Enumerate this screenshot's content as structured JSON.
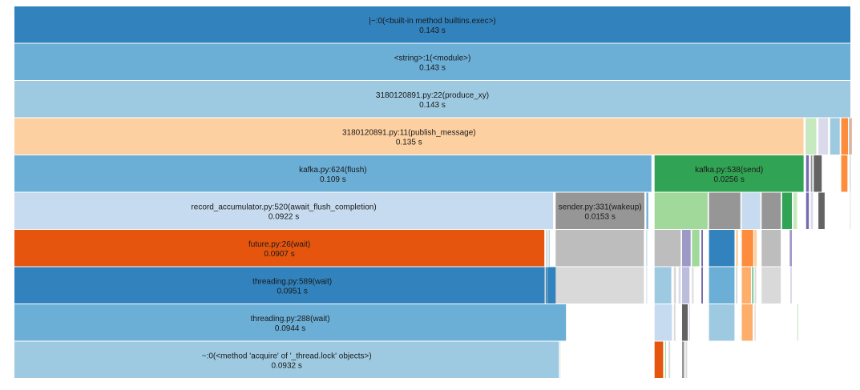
{
  "chart_data": {
    "type": "icicle",
    "title": "",
    "unit": "s",
    "total": 0.143,
    "layers": [
      [
        {
          "name": "~:0(<built-in method builtins.exec>)",
          "label": "|~:0(<built-in method builtins.exec>)",
          "value": 0.143,
          "start": 0,
          "color": "#3182bd"
        }
      ],
      [
        {
          "name": "<string>:1(<module>)",
          "value": 0.143,
          "start": 0,
          "color": "#6baed6"
        }
      ],
      [
        {
          "name": "3180120891.py:22(produce_xy)",
          "value": 0.143,
          "start": 0,
          "color": "#9ecae1"
        }
      ],
      [
        {
          "name": "3180120891.py:11(publish_message)",
          "value": 0.135,
          "start": 0,
          "color": "#fdd0a2"
        },
        {
          "value": 0.00198,
          "start": 0.1352,
          "color": "#c7e9c0"
        },
        {
          "value": 0.00178,
          "start": 0.1374,
          "color": "#dadaeb"
        },
        {
          "value": 0.00178,
          "start": 0.1394,
          "color": "#9ecae1"
        },
        {
          "value": 0.0013,
          "start": 0.1413,
          "color": "#fd8d3c"
        },
        {
          "value": 0.00024,
          "start": 0.1427,
          "color": "#636363"
        },
        {
          "value": 0.00024,
          "start": 0.14295,
          "color": "#e6550d"
        }
      ],
      [
        {
          "name": "kafka.py:624(flush)",
          "value": 0.109,
          "start": 0,
          "color": "#6baed6"
        },
        {
          "name": "kafka.py:538(send)",
          "value": 0.0256,
          "start": 0.1094,
          "color": "#31a354"
        },
        {
          "value": 0.0006,
          "start": 0.1353,
          "color": "#756bb1"
        },
        {
          "value": 0.0004,
          "start": 0.1361,
          "color": "#969696"
        },
        {
          "value": 0.0015,
          "start": 0.1366,
          "color": "#636363"
        },
        {
          "value": 0.0012,
          "start": 0.1413,
          "color": "#fd8d3c"
        },
        {
          "value": 0.0002,
          "start": 0.1428,
          "color": "#bdbdbd"
        }
      ],
      [
        {
          "name": "record_accumulator.py:520(await_flush_completion)",
          "value": 0.0922,
          "start": 0,
          "color": "#c6dbef"
        },
        {
          "name": "sender.py:331(wakeup)",
          "value": 0.0153,
          "start": 0.0925,
          "color": "#969696"
        },
        {
          "value": 0.00045,
          "start": 0.108,
          "color": "#6baed6"
        },
        {
          "value": 0.0092,
          "start": 0.1094,
          "color": "#a1d99b"
        },
        {
          "value": 0.0055,
          "start": 0.1187,
          "color": "#969696"
        },
        {
          "value": 0.0033,
          "start": 0.1243,
          "color": "#c6dbef"
        },
        {
          "value": 0.0034,
          "start": 0.1277,
          "color": "#969696"
        },
        {
          "value": 0.0018,
          "start": 0.1312,
          "color": "#31a354"
        },
        {
          "value": 0.0008,
          "start": 0.1331,
          "color": "#c7e9c0"
        },
        {
          "value": 0.0006,
          "start": 0.1353,
          "color": "#756bb1"
        },
        {
          "value": 0.0005,
          "start": 0.1361,
          "color": "#dadaeb"
        },
        {
          "value": 0.0012,
          "start": 0.1374,
          "color": "#636363"
        },
        {
          "value": 0.0002,
          "start": 0.1428,
          "color": "#d9d9d9"
        }
      ],
      [
        {
          "name": "future.py:26(wait)",
          "value": 0.0907,
          "start": 0,
          "color": "#e6550d"
        },
        {
          "value": 0.0003,
          "start": 0.0909,
          "color": "#bdbdbd"
        },
        {
          "value": 0.0003,
          "start": 0.0913,
          "color": "#9ecae1"
        },
        {
          "value": 0.0152,
          "start": 0.0925,
          "color": "#bdbdbd"
        },
        {
          "value": 0.00025,
          "start": 0.108,
          "color": "#9ecae1"
        },
        {
          "value": 0.0046,
          "start": 0.1094,
          "color": "#bdbdbd"
        },
        {
          "value": 0.0016,
          "start": 0.1141,
          "color": "#9e9ac8"
        },
        {
          "value": 0.0014,
          "start": 0.1158,
          "color": "#a1d99b"
        },
        {
          "value": 0.0004,
          "start": 0.1174,
          "color": "#756bb1"
        },
        {
          "value": 0.0045,
          "start": 0.1187,
          "color": "#3182bd"
        },
        {
          "value": 0.0005,
          "start": 0.1233,
          "color": "#fdd0a2"
        },
        {
          "value": 0.0021,
          "start": 0.1243,
          "color": "#fd8d3c"
        },
        {
          "value": 0.0006,
          "start": 0.1264,
          "color": "#fdd0a2"
        },
        {
          "value": 0.0034,
          "start": 0.1277,
          "color": "#bdbdbd"
        },
        {
          "value": 0.0005,
          "start": 0.1325,
          "color": "#9e9ac8"
        }
      ],
      [
        {
          "name": "threading.py:589(wait)",
          "value": 0.0951,
          "start": 0,
          "color": "#3182bd"
        },
        {
          "value": 0.00035,
          "start": 0.0906,
          "color": "#d9d9d9"
        },
        {
          "value": 0.0002,
          "start": 0.091,
          "color": "#9ecae1"
        },
        {
          "value": 0.0152,
          "start": 0.0925,
          "color": "#d9d9d9"
        },
        {
          "value": 0.00025,
          "start": 0.108,
          "color": "#c6dbef"
        },
        {
          "value": 0.003,
          "start": 0.1094,
          "color": "#9ecae1"
        },
        {
          "value": 0.0005,
          "start": 0.1127,
          "color": "#d9d9d9"
        },
        {
          "value": 0.0005,
          "start": 0.1135,
          "color": "#dadaeb"
        },
        {
          "value": 0.0014,
          "start": 0.1141,
          "color": "#bcbddc"
        },
        {
          "value": 0.0004,
          "start": 0.1158,
          "color": "#d9d9d9"
        },
        {
          "value": 0.0004,
          "start": 0.1174,
          "color": "#756bb1"
        },
        {
          "value": 0.0045,
          "start": 0.1187,
          "color": "#6baed6"
        },
        {
          "value": 0.0004,
          "start": 0.1233,
          "color": "#d9d9d9"
        },
        {
          "value": 0.0017,
          "start": 0.1243,
          "color": "#fdae6b"
        },
        {
          "value": 0.0003,
          "start": 0.1261,
          "color": "#31a354"
        },
        {
          "value": 0.0004,
          "start": 0.1265,
          "color": "#d9d9d9"
        },
        {
          "value": 0.0034,
          "start": 0.1277,
          "color": "#d9d9d9"
        },
        {
          "value": 0.0004,
          "start": 0.1326,
          "color": "#dadaeb"
        }
      ],
      [
        {
          "name": "threading.py:288(wait)",
          "value": 0.0944,
          "start": 0,
          "color": "#6baed6"
        },
        {
          "value": 0.0031,
          "start": 0.1094,
          "color": "#c6dbef"
        },
        {
          "value": 0.0004,
          "start": 0.1127,
          "color": "#d9d9d9"
        },
        {
          "value": 0.0011,
          "start": 0.1141,
          "color": "#636363"
        },
        {
          "value": 0.0003,
          "start": 0.1153,
          "color": "#dadaeb"
        },
        {
          "value": 0.0045,
          "start": 0.1187,
          "color": "#9ecae1"
        },
        {
          "value": 0.002,
          "start": 0.1243,
          "color": "#fdae6b"
        },
        {
          "value": 0.0003,
          "start": 0.1265,
          "color": "#d9d9d9"
        },
        {
          "value": 0.0003,
          "start": 0.1338,
          "color": "#c7e9c0"
        }
      ],
      [
        {
          "name": "~:0(<method 'acquire' of '_thread.lock' objects>)",
          "value": 0.0932,
          "start": 0,
          "color": "#9ecae1"
        },
        {
          "value": 0.0003,
          "start": 0.0932,
          "color": "#e5f5e0"
        },
        {
          "value": 0.0016,
          "start": 0.1094,
          "color": "#e6550d"
        },
        {
          "value": 0.0003,
          "start": 0.1112,
          "color": "#a1d99b"
        },
        {
          "value": 0.0004,
          "start": 0.1118,
          "color": "#d9d9d9"
        },
        {
          "value": 0.0005,
          "start": 0.1141,
          "color": "#969696"
        },
        {
          "value": 0.0004,
          "start": 0.1147,
          "color": "#d9d9d9"
        }
      ]
    ]
  }
}
